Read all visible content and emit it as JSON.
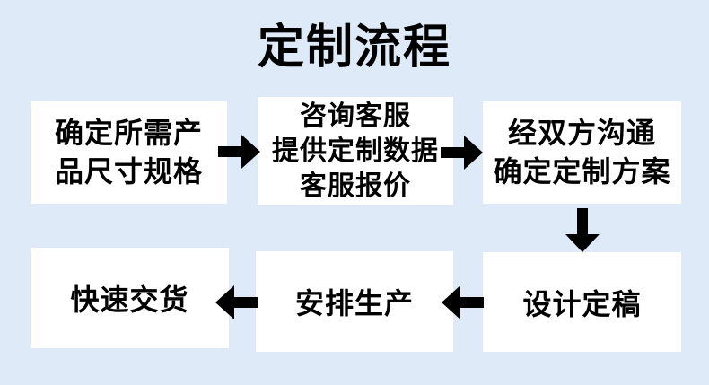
{
  "title": "定制流程",
  "colors": {
    "background": "#deeaf8",
    "box": "#ffffff",
    "arrow": "#000000",
    "text": "#000000"
  },
  "steps": [
    {
      "key": "confirm-product-specs",
      "lines": [
        "确定所需产",
        "品尺寸规格"
      ]
    },
    {
      "key": "contact-customer-service",
      "lines": [
        "咨询客服",
        "提供定制数据",
        "客服报价"
      ]
    },
    {
      "key": "confirm-custom-plan",
      "lines": [
        "经双方沟通",
        "确定定制方案"
      ]
    },
    {
      "key": "design-finalized",
      "lines": [
        "设计定稿"
      ]
    },
    {
      "key": "arrange-production",
      "lines": [
        "安排生产"
      ]
    },
    {
      "key": "fast-delivery",
      "lines": [
        "快速交货"
      ]
    }
  ]
}
